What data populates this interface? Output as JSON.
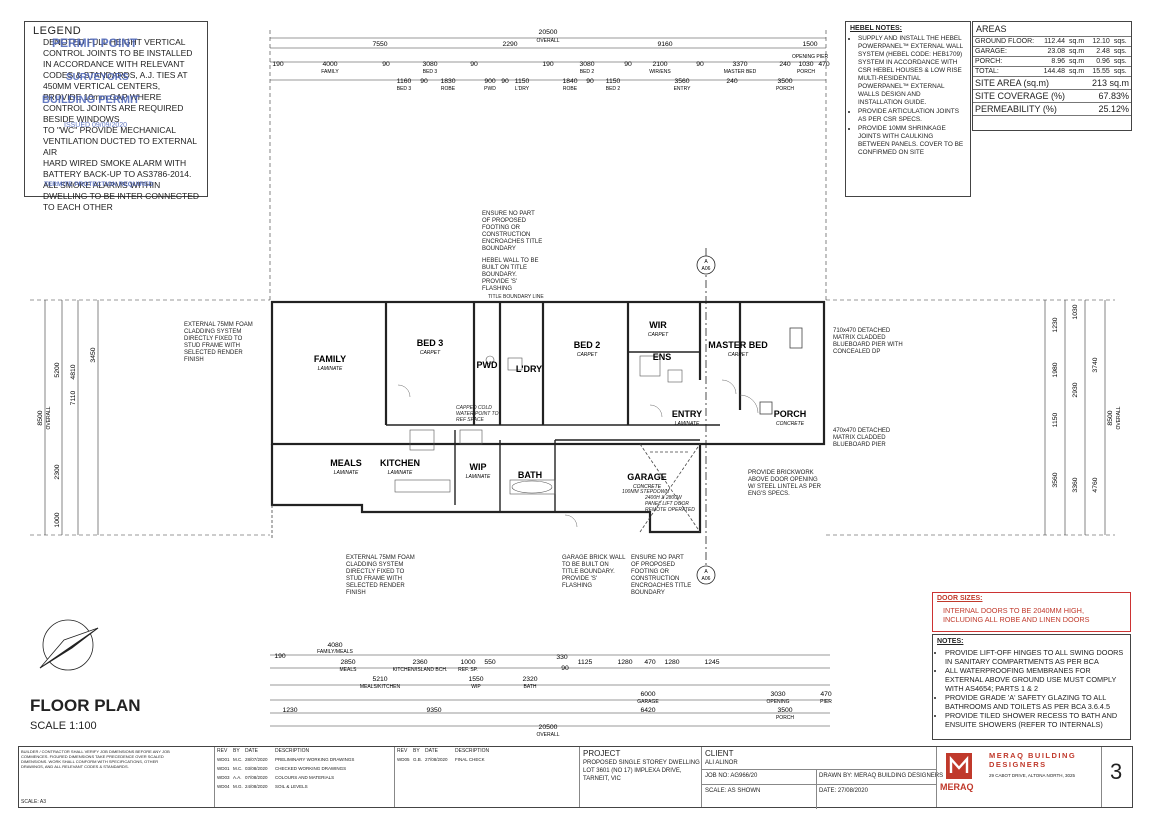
{
  "legend": {
    "title": "LEGEND",
    "items": [
      "DENOTED FULL HEIGHT VERTICAL CONTROL JOINTS TO BE INSTALLED IN ACCORDANCE WITH RELEVANT CODES & STANDARDS, A.J. TIES AT 450MM VERTICAL CENTERS, PROVIDE 10mm GAP WHERE CONTROL JOINTS ARE REQUIRED BESIDE WINDOWS",
      "TO \"WC\" PROVIDE MECHANICAL VENTILATION DUCTED TO EXTERNAL AIR",
      "HARD WIRED SMOKE ALARM WITH BATTERY BACK-UP TO AS3786-2014. ALL SMOKE ALARMS WITHIN DWELLING TO BE INTER CONNECTED TO EACH OTHER"
    ],
    "stamp_lines": [
      "PERMIT POINT",
      "SURVEYORS",
      "BUILDING PERMIT",
      "ISSUED 09/09/2020",
      "TERMITE PROTECTION REQUIRED"
    ]
  },
  "hebel": {
    "title": "HEBEL NOTES:",
    "items": [
      "SUPPLY AND INSTALL THE HEBEL POWERPANEL™ EXTERNAL WALL SYSTEM (HEBEL CODE: HEB1709) SYSTEM IN ACCORDANCE WITH CSR HEBEL HOUSES & LOW RISE MULTI-RESIDENTIAL POWERPANEL™ EXTERNAL WALLS DESIGN AND INSTALLATION GUIDE.",
      "PROVIDE ARTICULATION JOINTS AS PER CSR SPECS.",
      "PROVIDE 10MM SHRINKAGE JOINTS WITH CAULKING BETWEEN PANELS. COVER TO BE CONFIRMED ON SITE"
    ]
  },
  "areas": {
    "title": "AREAS",
    "rows": [
      {
        "label": "GROUND FLOOR:",
        "sqm": "112.44",
        "u1": "sq.m",
        "sqs": "12.10",
        "u2": "sqs."
      },
      {
        "label": "GARAGE:",
        "sqm": "23.08",
        "u1": "sq.m",
        "sqs": "2.48",
        "u2": "sqs."
      },
      {
        "label": "PORCH:",
        "sqm": "8.96",
        "u1": "sq.m",
        "sqs": "0.96",
        "u2": "sqs."
      },
      {
        "label": "TOTAL:",
        "sqm": "144.48",
        "u1": "sq.m",
        "sqs": "15.55",
        "u2": "sqs."
      }
    ],
    "site_area_label": "SITE AREA (sq.m)",
    "site_area": "213 sq.m",
    "coverage_label": "SITE COVERAGE (%)",
    "coverage": "67.83%",
    "perm_label": "PERMEABILITY (%)",
    "perm": "25.12%"
  },
  "door_sizes": {
    "title": "DOOR SIZES:",
    "text": "INTERNAL DOORS TO BE 2040MM HIGH, INCLUDING ALL ROBE AND LINEN DOORS"
  },
  "notes": {
    "title": "NOTES:",
    "items": [
      "PROVIDE LIFT-OFF HINGES TO ALL SWING DOORS IN SANITARY COMPARTMENTS AS PER BCA",
      "ALL WATERPROOFING MEMBRANES FOR EXTERNAL ABOVE GROUND USE MUST COMPLY WITH AS4654; PARTS 1 & 2",
      "PROVIDE GRADE 'A' SAFETY GLAZING TO ALL BATHROOMS AND TOILETS AS PER BCA 3.6.4.5",
      "PROVIDE TILED SHOWER RECESS TO BATH AND ENSUITE SHOWERS (REFER TO INTERNALS)"
    ]
  },
  "plan": {
    "title": "FLOOR PLAN",
    "scale": "SCALE 1:100",
    "rooms": [
      {
        "name": "FAMILY",
        "sub": "LAMINATE"
      },
      {
        "name": "BED 3",
        "sub": "CARPET"
      },
      {
        "name": "PWD",
        "sub": ""
      },
      {
        "name": "L'DRY",
        "sub": ""
      },
      {
        "name": "BED 2",
        "sub": "CARPET"
      },
      {
        "name": "WIR",
        "sub": "CARPET"
      },
      {
        "name": "ENS",
        "sub": ""
      },
      {
        "name": "MASTER BED",
        "sub": "CARPET"
      },
      {
        "name": "PORCH",
        "sub": "CONCRETE"
      },
      {
        "name": "ENTRY",
        "sub": "LAMINATE"
      },
      {
        "name": "MEALS",
        "sub": "LAMINATE"
      },
      {
        "name": "KITCHEN",
        "sub": "LAMINATE"
      },
      {
        "name": "WIP",
        "sub": "LAMINATE"
      },
      {
        "name": "BATH",
        "sub": ""
      },
      {
        "name": "GARAGE",
        "sub": "CONCRETE"
      }
    ],
    "top_dims": {
      "overall": "20500",
      "overall_label": "OVERALL",
      "d1": "7550",
      "d2": "2290",
      "d3": "9160",
      "d4": "1500",
      "d4b": "OPENING PIER",
      "row": [
        "190",
        "4000",
        "90",
        "3080",
        "90",
        "190",
        "3080",
        "90",
        "2100",
        "90",
        "3370",
        "240",
        "1030",
        "470"
      ],
      "row_labels": [
        "FAMILY",
        "BED 3",
        "BED 2",
        "WIR/ENS",
        "MASTER BED",
        "PORCH"
      ],
      "row2": [
        "1160",
        "90",
        "1830",
        "900",
        "90",
        "1150",
        "1840",
        "90",
        "1150",
        "3560",
        "240",
        "3500"
      ],
      "row2_labels": [
        "BED 3",
        "ROBE",
        "PWD",
        "L'DRY",
        "ROBE",
        "BED 2",
        "ENTRY",
        "PORCH"
      ]
    },
    "bottom_dims": {
      "overall": "20500",
      "overall_label": "OVERALL",
      "a": "1230",
      "b": "9350",
      "c": "4080",
      "c_label": "FAMILY/MEALS",
      "d": "2850",
      "d_label": "MEALS",
      "e": "2360",
      "e_label": "KITCHEN/ISLAND BCH.",
      "f": "1000",
      "f_label": "REF. SP.",
      "g": "550",
      "h": "5210",
      "h_label": "MEALS/KITCHEN",
      "i": "1550",
      "i_label": "WIP",
      "j": "2320",
      "j_label": "BATH",
      "k": "330",
      "l": "1125",
      "m": "1280",
      "n": "470",
      "o": "1280",
      "p": "1245",
      "q": "6000",
      "q_label": "GARAGE",
      "r": "6420",
      "s": "3030",
      "s_label": "OPENING",
      "t": "3500",
      "t_label": "PORCH",
      "u": "470",
      "u_label": "PIER",
      "v": "190",
      "w": "90"
    },
    "left_dims": {
      "overall": "8500",
      "overall_label": "OVERALL",
      "a": "5200",
      "b": "7110",
      "c": "2300",
      "d": "1000",
      "e": "4810",
      "f": "3450"
    },
    "right_dims": {
      "overall": "8500",
      "overall_label": "OVERALL",
      "a": "3740",
      "b": "4760",
      "c": "1230",
      "d": "1980",
      "e": "1150",
      "f": "3560",
      "g": "2930",
      "h": "3360",
      "i": "1030"
    },
    "notes": [
      "ENSURE NO PART OF PROPOSED FOOTING OR CONSTRUCTION ENCROACHES TITLE BOUNDARY",
      "HEBEL WALL TO BE BUILT ON TITLE BOUNDARY. PROVIDE 'S' FLASHING",
      "TITLE BOUNDARY LINE",
      "EXTERNAL 75MM FOAM CLADDING SYSTEM DIRECTLY FIXED TO STUD FRAME WITH SELECTED RENDER FINISH",
      "EXTERNAL 75MM FOAM CLADDING SYSTEM DIRECTLY FIXED TO STUD FRAME WITH SELECTED RENDER FINISH",
      "GARAGE BRICK WALL TO BE BUILT ON TITLE BOUNDARY. PROVIDE 'S' FLASHING",
      "ENSURE NO PART OF PROPOSED FOOTING OR CONSTRUCTION ENCROACHES TITLE BOUNDARY",
      "PROVIDE BRICKWORK ABOVE DOOR OPENING W/ STEEL LINTEL AS PER ENG'S SPECS.",
      "710x470 DETACHED MATRIX CLADDED BLUEBOARD PIER WITH CONCEALED DP",
      "470x470 DETACHED MATRIX CLADDED BLUEBOARD PIER",
      "CAPPED COLD WATER POINT TO REF SPACE",
      "2400H X 2800W PANEL LIFT DOOR REMOTE OPERATED",
      "100MM STEPDOWN"
    ],
    "section_marks": [
      {
        "id": "A",
        "ref": "A06"
      },
      {
        "id": "A",
        "ref": "A06"
      }
    ]
  },
  "titleblock": {
    "disclaimer": "BUILDER / CONTRACTOR SHALL VERIFY JOB DIMENSIONS BEFORE ANY JOB COMMENCES. FIGURED DIMENSIONS TAKE PRECEDENCE OVER SCALED DIMENSIONS. WORK SHALL CONFORM WITH SPECIFICATIONS, OTHER DRAWINGS, AND ALL RELEVANT CODES & STANDARDS.",
    "scale_label": "SCALE: A3",
    "rev_headers": [
      "REV",
      "BY",
      "DATE",
      "DESCRIPTION"
    ],
    "revisions": [
      {
        "rev": "WD01",
        "by": "M.C.",
        "date": "28/07/2020",
        "desc": "PRELIMINARY WORKING DRAWINGS"
      },
      {
        "rev": "WD01",
        "by": "M.C.",
        "date": "03/08/2020",
        "desc": "CHECKED WORKING DRAWINGS"
      },
      {
        "rev": "WD03",
        "by": "A.A.",
        "date": "07/08/2020",
        "desc": "COLOURS AND MATERIALS"
      },
      {
        "rev": "WD04",
        "by": "M.G.",
        "date": "24/08/2020",
        "desc": "SOIL & LEVELS"
      }
    ],
    "revisions2": [
      {
        "rev": "WD05",
        "by": "G.B.",
        "date": "27/08/2020",
        "desc": "FINAL CHECK"
      }
    ],
    "project_label": "PROJECT",
    "project": "PROPOSED SINGLE STOREY DWELLING",
    "address1": "LOT 3601 (NO 17) IMPLEXA DRIVE,",
    "address2": "TARNEIT, VIC",
    "client_label": "CLIENT",
    "client": "ALI ALINOR",
    "job_no": "JOB NO: AG966/20",
    "drawn_by": "DRAWN BY: MERAQ BUILDING DESIGNERS",
    "scale_shown": "SCALE: AS SHOWN",
    "date": "DATE: 27/08/2020",
    "company": "MERAQ BUILDING DESIGNERS",
    "company_addr": "29 CABOT DRIVE, ALTONA NORTH, 3025",
    "logo_text": "MERAQ",
    "sheet": "3"
  },
  "colors": {
    "accent": "#c0392b",
    "stamp": "#4a63b8",
    "line": "#333333"
  }
}
